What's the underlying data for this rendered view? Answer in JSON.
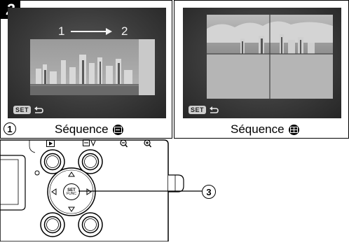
{
  "step": {
    "number": "2"
  },
  "left_panel": {
    "from_label": "1",
    "to_label": "2",
    "set_label": "SET",
    "caption_number": "1",
    "caption": "Séquence"
  },
  "right_panel": {
    "set_label": "SET",
    "caption": "Séquence"
  },
  "camera": {
    "callout_number": "3",
    "set_button_label": "SET",
    "set_button_sub": "FUNC"
  },
  "colors": {
    "screen_bg": "#3b3b3b",
    "sky": "#8a8a8a",
    "water": "#6a6a6a"
  },
  "icons": {
    "left_mode": "transition-slide-icon",
    "right_mode": "transition-split-icon",
    "return": "return-arrow-icon",
    "playback": "playback-icon",
    "zoom_out": "zoom-out-icon",
    "zoom_in": "zoom-in-icon"
  }
}
